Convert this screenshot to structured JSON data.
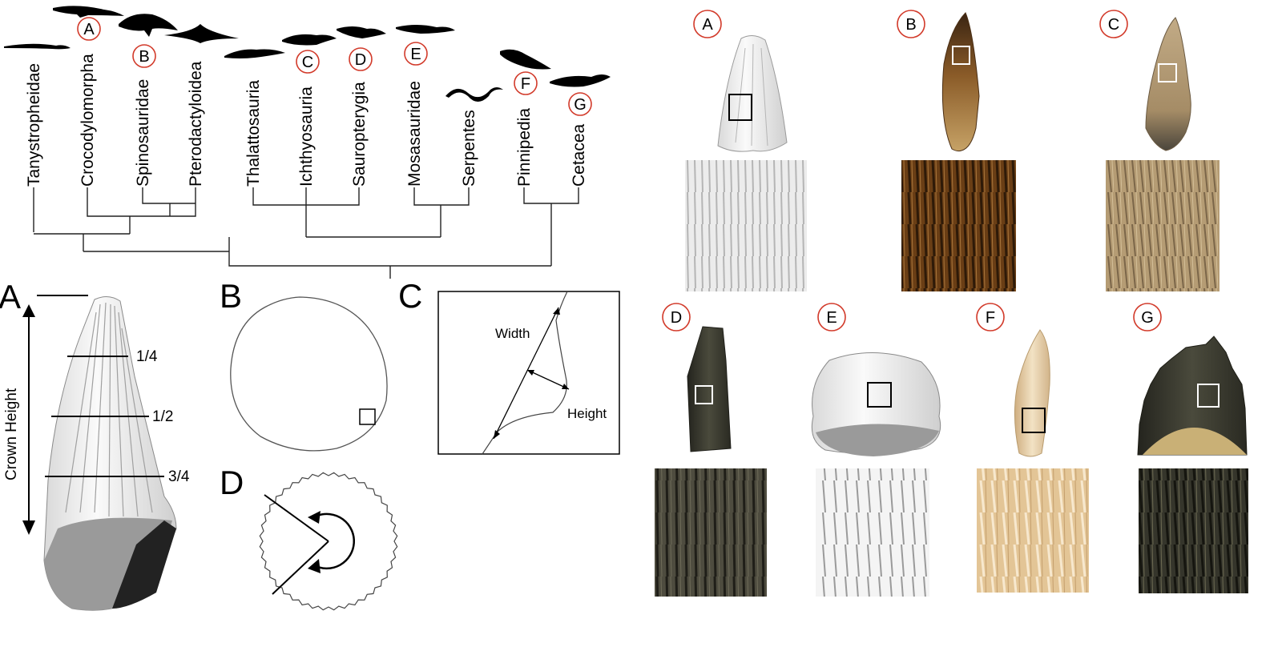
{
  "figure": {
    "cladogram": {
      "taxa": [
        {
          "name": "Tanystropheidae",
          "marker": ""
        },
        {
          "name": "Crocodylomorpha",
          "marker": "A"
        },
        {
          "name": "Spinosauridae",
          "marker": "B"
        },
        {
          "name": "Pterodactyloidea",
          "marker": ""
        },
        {
          "name": "Thalattosauria",
          "marker": ""
        },
        {
          "name": "Ichthyosauria",
          "marker": "C"
        },
        {
          "name": "Sauropterygia",
          "marker": "D"
        },
        {
          "name": "Mosasauridae",
          "marker": "E"
        },
        {
          "name": "Serpentes",
          "marker": ""
        },
        {
          "name": "Pinnipedia",
          "marker": "F"
        },
        {
          "name": "Cetacea",
          "marker": "G"
        }
      ]
    },
    "method_panels": {
      "A": {
        "letter": "A",
        "axis_label": "Crown Height",
        "fractions": [
          "1/4",
          "1/2",
          "3/4"
        ]
      },
      "B": {
        "letter": "B"
      },
      "C": {
        "letter": "C",
        "width_label": "Width",
        "height_label": "Height"
      },
      "D": {
        "letter": "D"
      }
    },
    "specimens": [
      {
        "letter": "A",
        "kind": "scan"
      },
      {
        "letter": "B",
        "kind": "photo-brown"
      },
      {
        "letter": "C",
        "kind": "photo-tan"
      },
      {
        "letter": "D",
        "kind": "photo-dark"
      },
      {
        "letter": "E",
        "kind": "scan"
      },
      {
        "letter": "F",
        "kind": "photo-cream"
      },
      {
        "letter": "G",
        "kind": "photo-dark"
      }
    ],
    "colors": {
      "marker_circle": "#d23a2a",
      "scan_tooth": "#eeeeee",
      "brown_tooth": "#7a4a1c",
      "tan_tooth": "#b49a74",
      "dark_tooth": "#3b3a30",
      "cream_tooth": "#e8cfa8"
    }
  }
}
